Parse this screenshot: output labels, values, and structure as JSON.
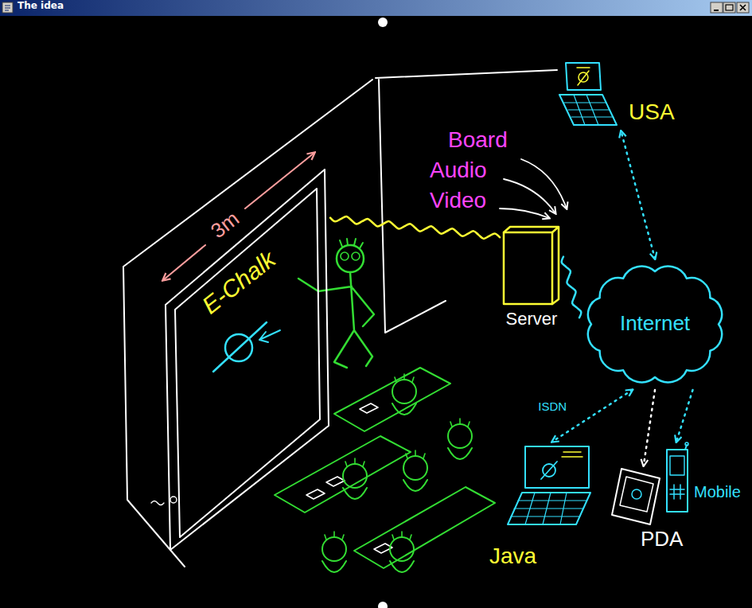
{
  "diagram": {
    "title": "The idea",
    "nodes": [
      {
        "text": [
          "USA"
        ]
      },
      {
        "text": [
          "E-Chalk"
        ]
      },
      {
        "text": [
          "Server"
        ]
      },
      {
        "text": [
          "Internet"
        ]
      },
      {
        "text": [
          "Java"
        ]
      },
      {
        "text": [
          "PDA"
        ]
      },
      {
        "text": [
          "Mobile"
        ]
      }
    ],
    "edges": [
      {
        "from": 1,
        "to": 2,
        "arrow": "none"
      },
      {
        "from": 2,
        "to": 3,
        "arrow": "none"
      },
      {
        "from": 3,
        "to": 0,
        "arrow": "both"
      },
      {
        "from": 3,
        "to": 4,
        "label": "ISDN",
        "arrow": "both"
      },
      {
        "from": 3,
        "to": 5,
        "arrow": "to"
      },
      {
        "from": 3,
        "to": 6,
        "arrow": "to"
      }
    ],
    "labels": [
      "3m",
      "Board",
      "Audio",
      "Video"
    ]
  }
}
